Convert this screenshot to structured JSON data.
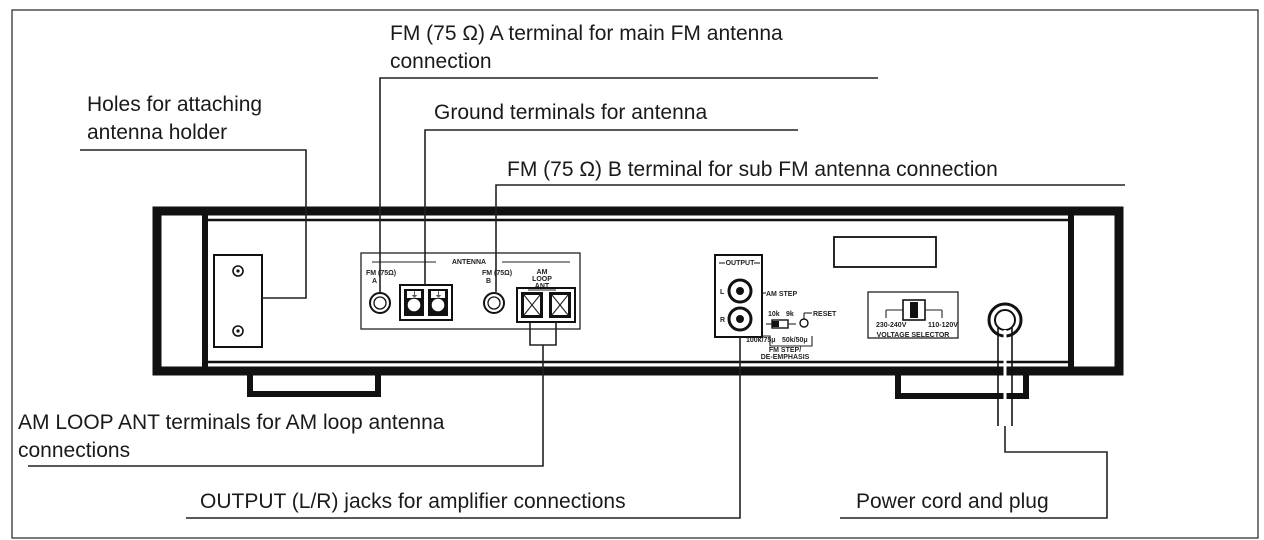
{
  "callouts": {
    "fm_a": [
      "FM (75 Ω) A terminal for main FM antenna",
      "connection"
    ],
    "holes": [
      "Holes for attaching",
      "antenna holder"
    ],
    "ground": [
      "Ground terminals for antenna"
    ],
    "fm_b": [
      "FM (75 Ω) B terminal for sub FM antenna connection"
    ],
    "am_loop": [
      "AM LOOP ANT terminals for AM loop antenna",
      "connections"
    ],
    "output": [
      "OUTPUT (L/R) jacks for amplifier connections"
    ],
    "power": [
      "Power cord and plug"
    ]
  },
  "panel_labels": {
    "antenna": "ANTENNA",
    "fm75_left": "FM (75Ω)",
    "fm75_right": "FM (75Ω)",
    "a": "A",
    "b": "B",
    "gnd": "⏚",
    "am": "AM",
    "loop": "LOOP",
    "ant": "ANT",
    "output": "OUTPUT",
    "l": "L",
    "r": "R",
    "am_step": "AM STEP",
    "am_step_10k": "10k",
    "am_step_9k": "9k",
    "reset": "RESET",
    "fm_step_100k": "100k/75μ",
    "fm_step_50k": "50k/50μ",
    "fm_step_line1": "FM STEP/",
    "fm_step_line2": "DE-EMPHASIS",
    "volt_230": "230-240V",
    "volt_110": "110-120V",
    "voltage_selector": "VOLTAGE SELECTOR"
  }
}
